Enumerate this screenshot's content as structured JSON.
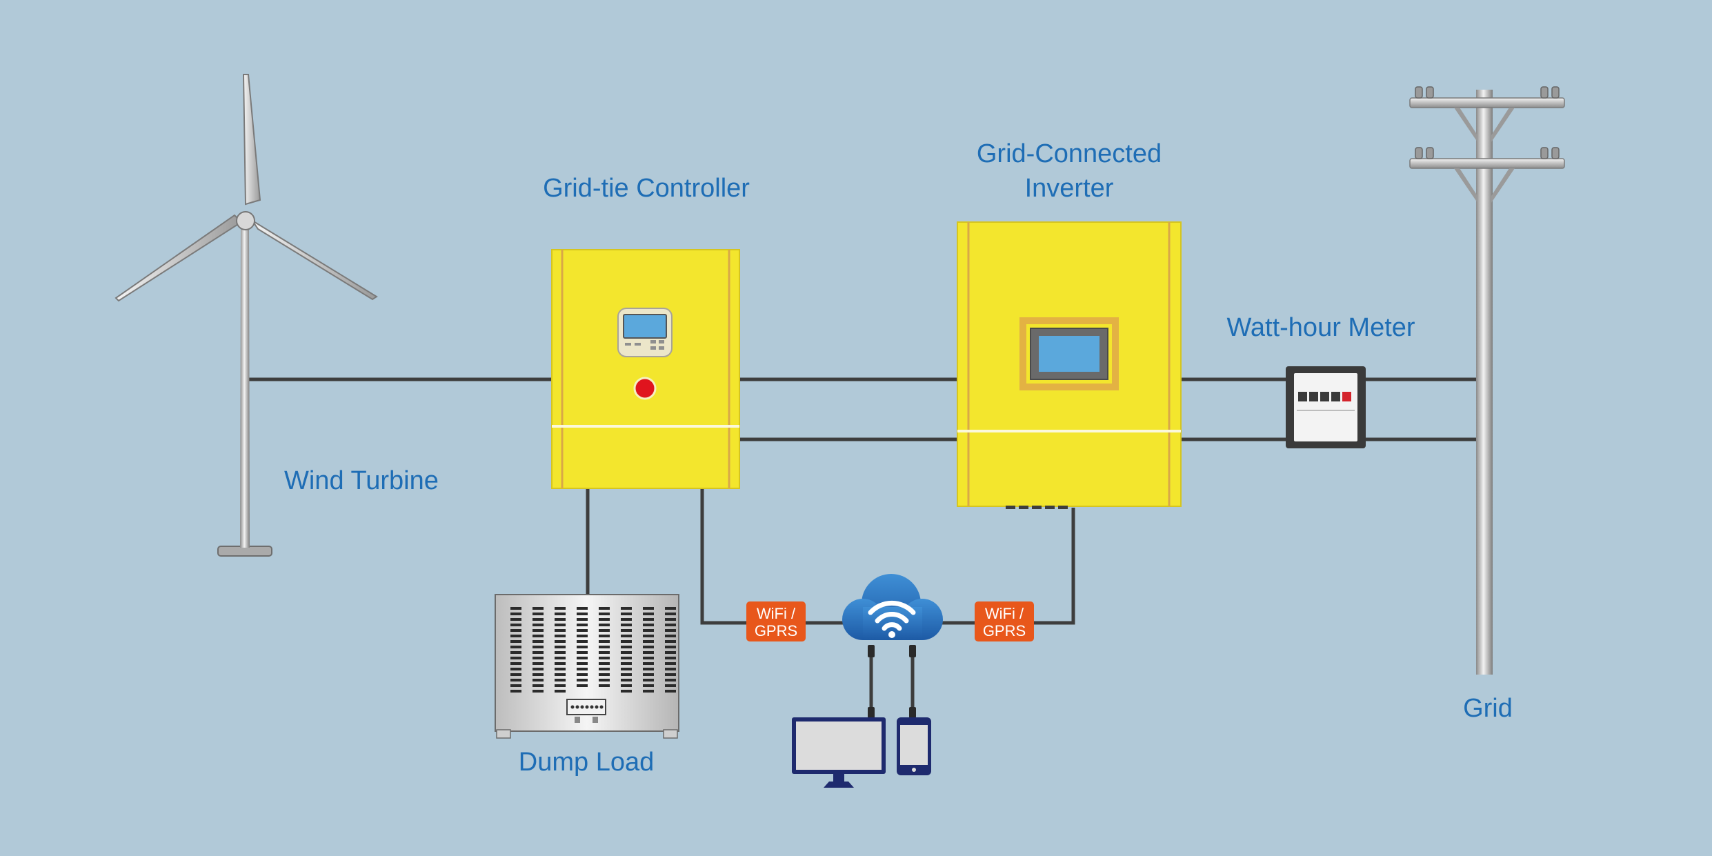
{
  "labels": {
    "wind_turbine": "Wind Turbine",
    "grid_tie_controller": "Grid-tie Controller",
    "grid_connected_inverter_line1": "Grid-Connected",
    "grid_connected_inverter_line2": "Inverter",
    "watt_hour_meter": "Watt-hour Meter",
    "grid": "Grid",
    "dump_load": "Dump Load"
  },
  "comm_tags": [
    {
      "line1": "WiFi /",
      "line2": "GPRS"
    },
    {
      "line1": "WiFi /",
      "line2": "GPRS"
    }
  ],
  "icons": [
    "wind-turbine-icon",
    "controller-box-icon",
    "inverter-box-icon",
    "watt-hour-meter-icon",
    "utility-pole-icon",
    "dump-load-icon",
    "cloud-wifi-icon",
    "monitor-icon",
    "smartphone-icon"
  ],
  "colors": {
    "background": "#b1c9d8",
    "wire": "#3d3d3d",
    "device_yellow": "#f3e62d",
    "label_blue": "#1e6db5",
    "tag_orange": "#e8571b",
    "cloud_blue": "#2f78c0",
    "device_navy": "#1e2a6e"
  }
}
